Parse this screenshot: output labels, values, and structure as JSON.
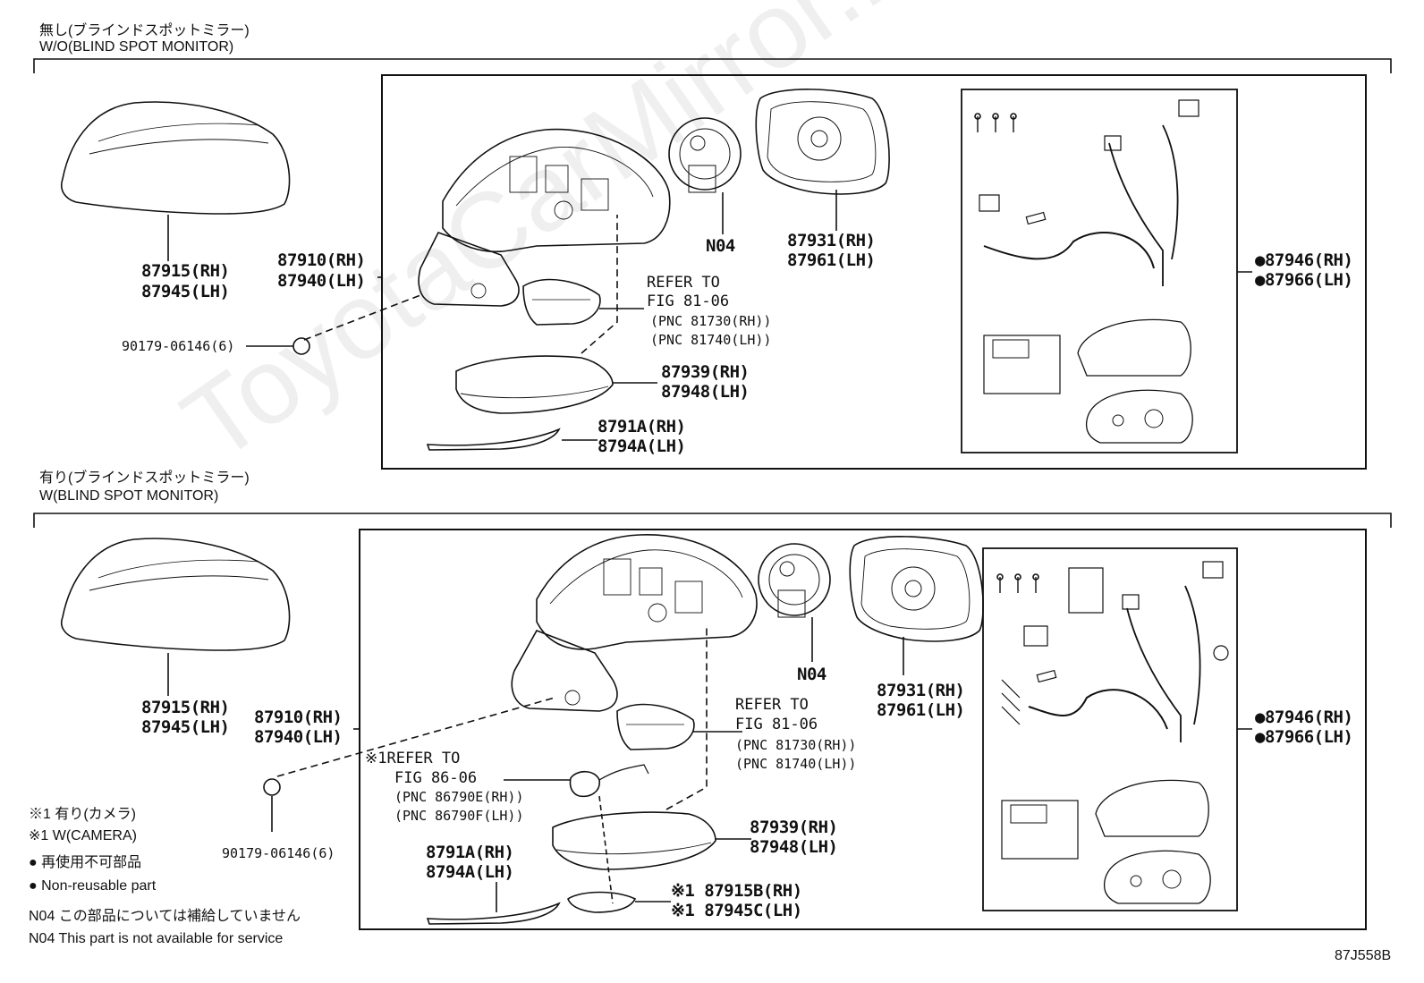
{
  "sections": [
    {
      "header_jp": "無し(ブラインドスポットミラー)",
      "header_en": "W/O(BLIND SPOT MONITOR)",
      "parts": {
        "cover": [
          "87915(RH)",
          "87945(LH)"
        ],
        "mirror_assy": [
          "87910(RH)",
          "87940(LH)"
        ],
        "screw": "90179-06146(6)",
        "motor": "N04",
        "outer_mirror": [
          "87931(RH)",
          "87961(LH)"
        ],
        "refer": [
          "REFER TO",
          "FIG 81-06"
        ],
        "refer_pnc": [
          "(PNC 81730(RH))",
          "(PNC 81740(LH))"
        ],
        "housing": [
          "87939(RH)",
          "87948(LH)"
        ],
        "garnish": [
          "8791A(RH)",
          "8794A(LH)"
        ],
        "kit": [
          "●87946(RH)",
          "●87966(LH)"
        ]
      }
    },
    {
      "header_jp": "有り(ブラインドスポットミラー)",
      "header_en": "W(BLIND SPOT MONITOR)",
      "parts": {
        "cover": [
          "87915(RH)",
          "87945(LH)"
        ],
        "mirror_assy": [
          "87910(RH)",
          "87940(LH)"
        ],
        "screw": "90179-06146(6)",
        "motor": "N04",
        "outer_mirror": [
          "87931(RH)",
          "87961(LH)"
        ],
        "refer": [
          "REFER TO",
          "FIG 81-06"
        ],
        "refer_pnc": [
          "(PNC 81730(RH))",
          "(PNC 81740(LH))"
        ],
        "camera_refer": [
          "※1REFER TO",
          "FIG 86-06",
          "(PNC 86790E(RH))",
          "(PNC 86790F(LH))"
        ],
        "housing": [
          "87939(RH)",
          "87948(LH)"
        ],
        "garnish": [
          "8791A(RH)",
          "8794A(LH)"
        ],
        "camera_cover": [
          "※1 87915B(RH)",
          "※1 87945C(LH)"
        ],
        "kit": [
          "●87946(RH)",
          "●87966(LH)"
        ]
      }
    }
  ],
  "legend": [
    "※1 有り(カメラ)",
    "※1 W(CAMERA)",
    "● 再使用不可部品",
    "● Non-reusable part",
    "N04 この部品については補給していません",
    "N04 This part is not available for service"
  ],
  "figure_code": "87J558B",
  "watermark": "ToyotaCarMirror.ru"
}
